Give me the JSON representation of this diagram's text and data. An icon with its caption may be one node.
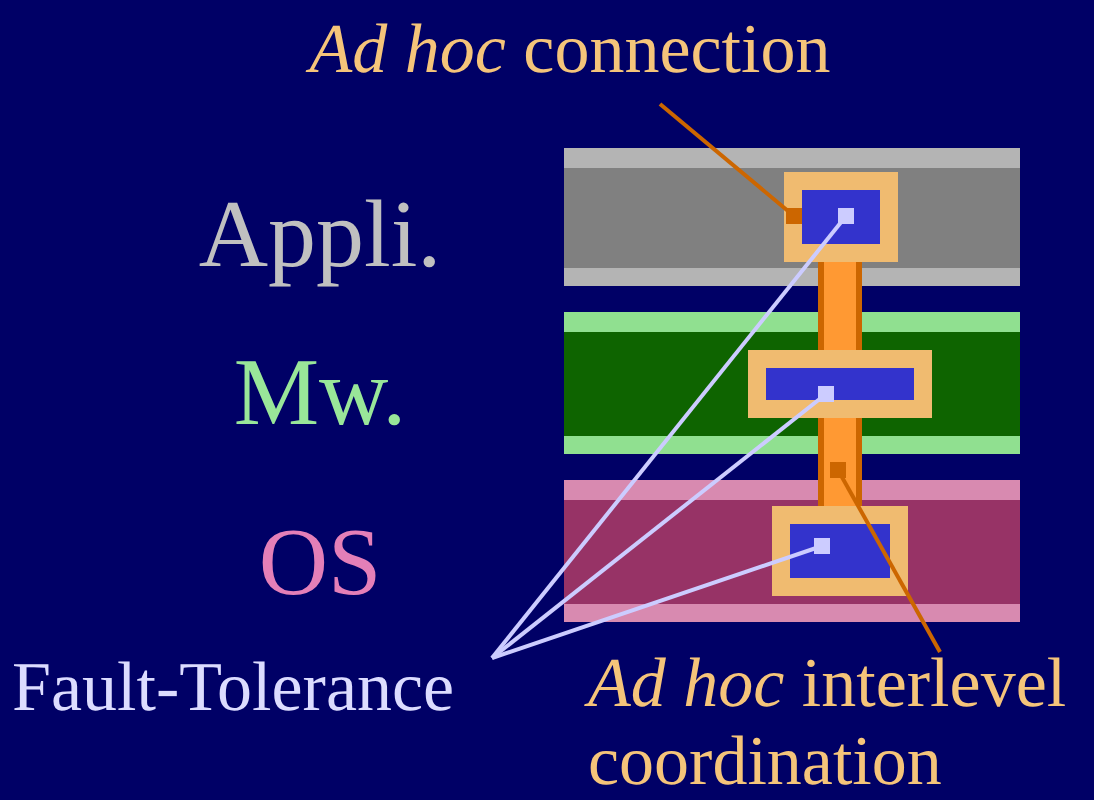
{
  "diagram": {
    "nodes": [
      {
        "text": [
          "*Ad hoc* connection"
        ]
      },
      {
        "text": [],
        "shape": "bar"
      },
      {
        "text": [],
        "shape": "bar"
      },
      {
        "text": [],
        "shape": "bar"
      },
      {
        "text": [],
        "shape": "box",
        "in": 1
      },
      {
        "text": [],
        "shape": "box",
        "in": 2
      },
      {
        "text": [],
        "shape": "box",
        "in": 3
      },
      {
        "text": [],
        "shape": "bar"
      },
      {
        "text": [],
        "shape": "bar"
      },
      {
        "text": [
          "Fault-Tolerance"
        ]
      },
      {
        "text": [
          "*Ad hoc* interlevel coordination"
        ]
      }
    ],
    "edges": [
      {
        "from": 0,
        "to": 4,
        "arrow": "other",
        "color": "#cc6600"
      },
      {
        "from": 9,
        "to": 4,
        "arrow": "other"
      },
      {
        "from": 9,
        "to": 5,
        "arrow": "other"
      },
      {
        "from": 9,
        "to": 6,
        "arrow": "other"
      },
      {
        "from": 10,
        "to": 8,
        "arrow": "other",
        "color": "#cc6600"
      }
    ],
    "labels": [
      "Appli.",
      "Mw.",
      "OS"
    ]
  }
}
